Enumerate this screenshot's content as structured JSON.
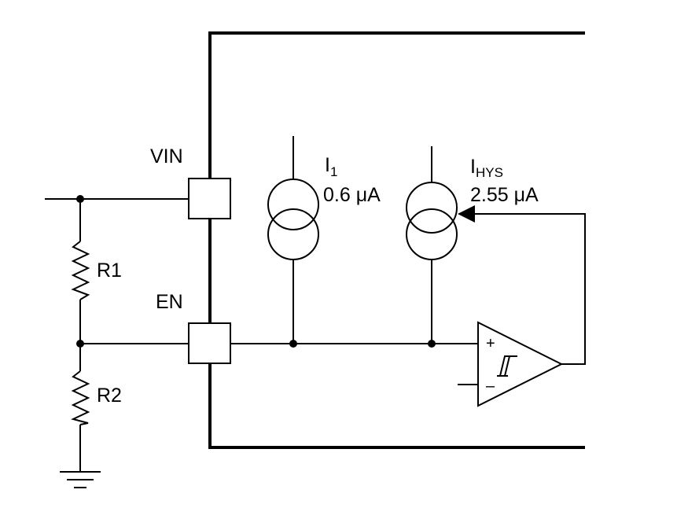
{
  "pins": {
    "vin": "VIN",
    "en": "EN"
  },
  "resistors": {
    "r1": "R1",
    "r2": "R2"
  },
  "sources": {
    "i1": {
      "symbol": "I",
      "subscript": "1",
      "value": "0.6 μA"
    },
    "ihys": {
      "symbol": "I",
      "subscript": "HYS",
      "value": "2.55 μA"
    }
  },
  "comparator": {
    "plus": "+",
    "minus": "–"
  }
}
